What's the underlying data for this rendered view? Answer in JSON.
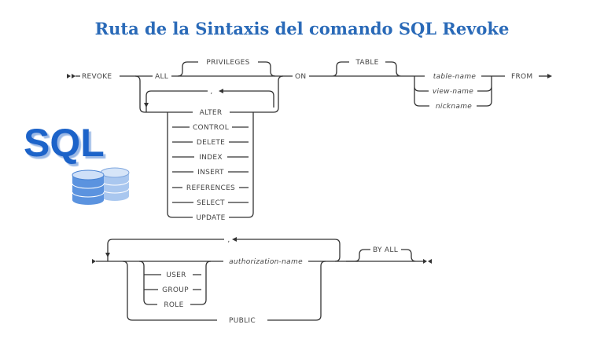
{
  "title": "Ruta de la Sintaxis del comando SQL Revoke",
  "logo": {
    "text": "SQL",
    "color": "#1b63c9",
    "icon": "database-icon"
  },
  "diagram": {
    "revoke": "REVOKE",
    "all": "ALL",
    "privileges": "PRIVILEGES",
    "comma": ",",
    "privilege_list": [
      "ALTER",
      "CONTROL",
      "DELETE",
      "INDEX",
      "INSERT",
      "REFERENCES",
      "SELECT",
      "UPDATE"
    ],
    "on": "ON",
    "table": "TABLE",
    "objects": [
      "table-name",
      "view-name",
      "nickname"
    ],
    "from": "FROM",
    "grantee_types": [
      "USER",
      "GROUP",
      "ROLE"
    ],
    "authorization_name": "authorization-name",
    "public": "PUBLIC",
    "by_all": "BY ALL"
  }
}
